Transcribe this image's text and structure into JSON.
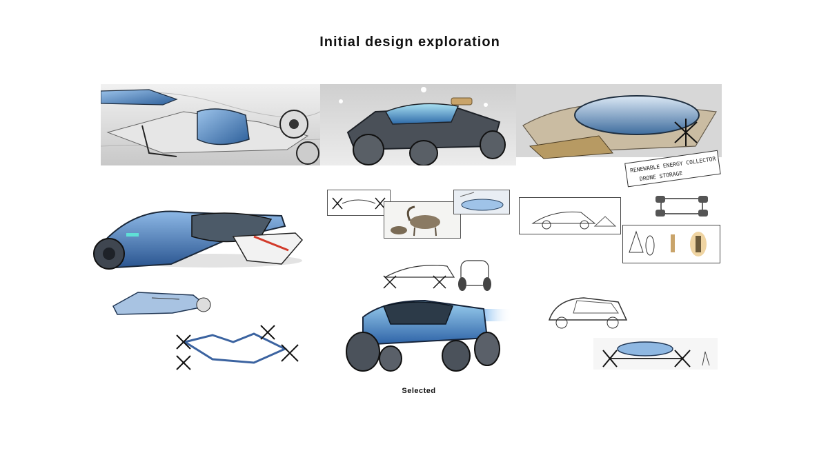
{
  "page": {
    "title": "Initial design exploration",
    "selected_caption": "Selected"
  },
  "colors": {
    "background": "#ffffff",
    "sketch_blue": "#4f86c6",
    "sketch_dark": "#2a2f36",
    "panel_grey": "#d9d9d9",
    "accent_tan": "#c9a46a",
    "accent_red": "#d23a2a"
  },
  "annotations": {
    "energy_label_line1": "RENEWABLE ENERGY COLLECTOR",
    "energy_label_line2": "DRONE STORAGE"
  }
}
